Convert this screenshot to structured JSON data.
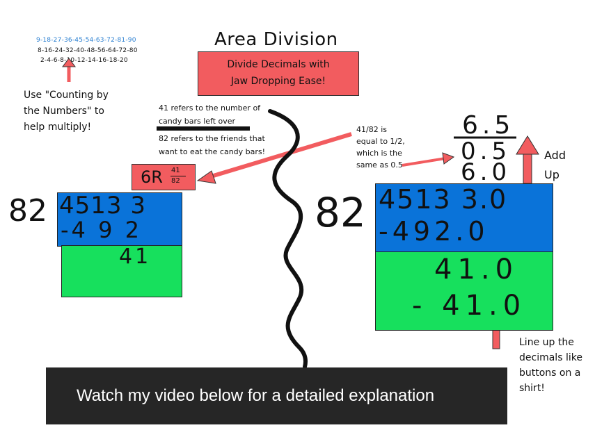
{
  "header": {
    "title": "Area Division",
    "banner_line1": "Divide Decimals with",
    "banner_line2": "Jaw Dropping Ease!"
  },
  "sequences": {
    "nines": "9-18-27-36-45-54-63-72-81-90",
    "eights": "8-16-24-32-40-48-56-64-72-80",
    "twos": "2-4-6-8-10-12-14-16-18-20"
  },
  "tips": {
    "counting_line1": "Use \"Counting by",
    "counting_line2": "the Numbers\" to",
    "counting_line3": "help multiply!",
    "remainder_line1": "41 refers to the number of",
    "remainder_line2": "candy bars left over",
    "divisor_line1": "82 refers to the friends that",
    "divisor_line2": "want to eat the candy bars!",
    "half_line1": "41/82 is",
    "half_line2": "equal to 1/2,",
    "half_line3": "which is the",
    "half_line4": "same as 0.5",
    "add_line1": "Add",
    "add_line2": "Up",
    "decimal_line1": "Line up the",
    "decimal_line2": "decimals like",
    "decimal_line3": "buttons on a",
    "decimal_line4": "shirt!"
  },
  "left_problem": {
    "answer_whole": "6R",
    "answer_num": "41",
    "answer_den": "82",
    "divisor": "82",
    "dividend": "4513 3",
    "subtract": "-4 9 2",
    "remainder": "41"
  },
  "right_problem": {
    "total": "6.5",
    "part_a": "0.5",
    "part_b": "6.0",
    "divisor": "82",
    "dividend": "4513 3.0",
    "subtract": "-492.0",
    "remainder": "41.0",
    "subtract2": "- 41.0"
  },
  "footer": {
    "video_text": "Watch my video below for a detailed explanation"
  },
  "colors": {
    "red": "#f25c5f",
    "blue": "#0a73d9",
    "green": "#17e05d",
    "bar": "#262626"
  }
}
